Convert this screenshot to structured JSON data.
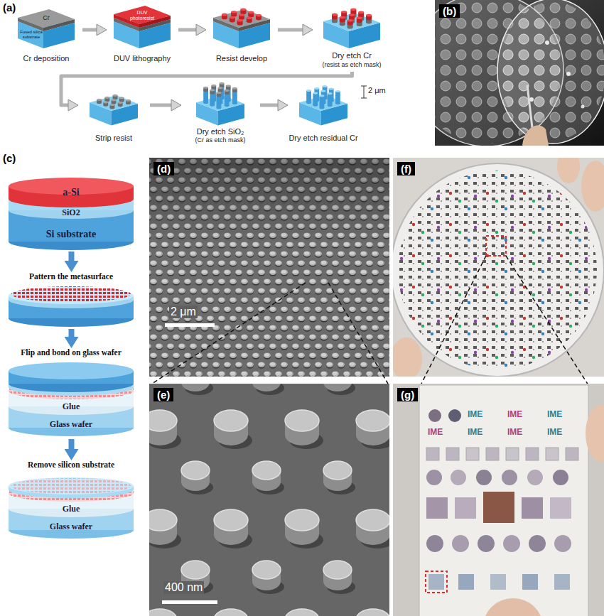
{
  "diagram": {
    "nodes": [
      {
        "text": [
          "Cr deposition",
          "Cr",
          "Fused silica substrate"
        ]
      },
      {
        "text": [
          "DUV lithography",
          "DUV photoresist"
        ]
      },
      {
        "text": [
          "Resist develop"
        ]
      },
      {
        "text": [
          "Dry etch Cr",
          "(resist as etch mask)"
        ]
      },
      {
        "text": [
          "Strip resist"
        ]
      },
      {
        "text": [
          "Dry etch SiO₂",
          "(Cr as etch mask)"
        ]
      },
      {
        "text": [
          "Dry etch residual Cr"
        ]
      },
      {
        "text": [
          "a-Si",
          "SiO2",
          "Si substrate"
        ]
      },
      {
        "text": [
          "Pattern the metasurface"
        ]
      },
      {
        "text": [
          "Flip and bond on glass wafer",
          "Glue",
          "Glass wafer"
        ]
      },
      {
        "text": [
          "Remove silicon substrate",
          "Glue",
          "Glass wafer"
        ]
      }
    ],
    "edges": [
      {
        "from": 0,
        "to": 1,
        "arrow": "to"
      },
      {
        "from": 1,
        "to": 2,
        "arrow": "to"
      },
      {
        "from": 2,
        "to": 3,
        "arrow": "to"
      },
      {
        "from": 3,
        "to": 4,
        "arrow": "to"
      },
      {
        "from": 4,
        "to": 5,
        "arrow": "to"
      },
      {
        "from": 5,
        "to": 6,
        "arrow": "to"
      },
      {
        "from": 7,
        "to": 8,
        "arrow": "to"
      },
      {
        "from": 8,
        "to": 9,
        "arrow": "to"
      },
      {
        "from": 9,
        "to": 10,
        "arrow": "to"
      }
    ],
    "labels": [
      "(a)",
      "2 μm",
      "(b)",
      "(c)",
      "(d)",
      "2 μm",
      "(e)",
      "400 nm",
      "(f)",
      "(g)",
      "IME",
      "IME",
      "IME",
      "IME",
      "IME",
      "IME",
      "IME"
    ]
  }
}
